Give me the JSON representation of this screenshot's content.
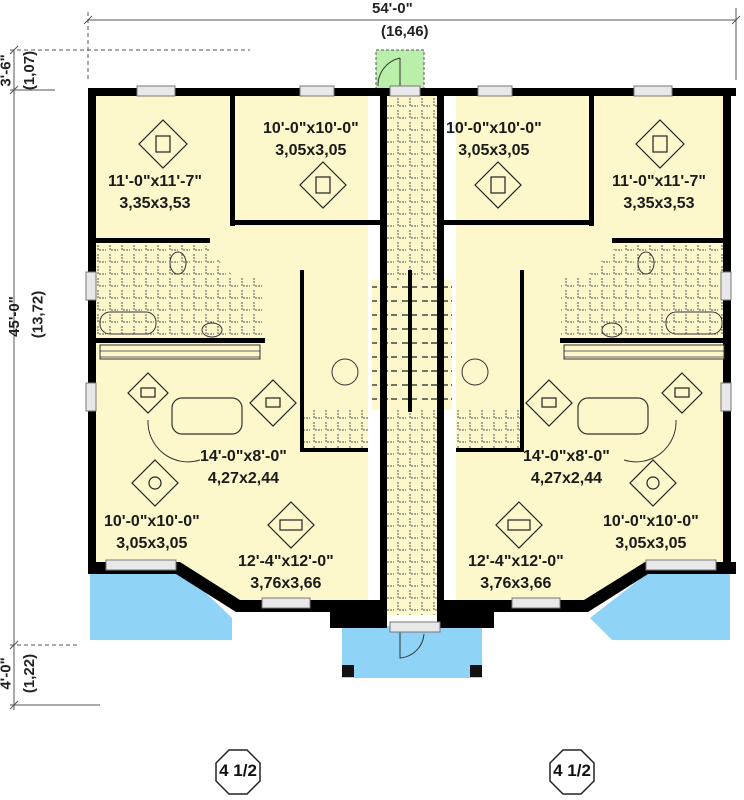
{
  "plan": {
    "colors": {
      "floor": "#fcf8cc",
      "wall": "#000000",
      "porch": "#8fd3f7",
      "stoop": "#b9efaa",
      "tile_line": "#444444"
    },
    "overall_dimensions": {
      "width": {
        "imperial": "54'-0\"",
        "metric": "(16,46)"
      },
      "depth": {
        "imperial": "45'-0\"",
        "metric": "(13,72)"
      },
      "rear_projection": {
        "imperial": "3'-6\"",
        "metric": "(1,07)"
      },
      "front_projection": {
        "imperial": "4'-0\"",
        "metric": "(1,22)"
      }
    },
    "units": [
      {
        "side": "left",
        "rooms": [
          {
            "name": "bedroom-1",
            "icon": "bed-1-icon",
            "imperial": "11'-0\"x11'-7\"",
            "metric": "3,35x3,53"
          },
          {
            "name": "bedroom-2",
            "icon": "bed-2-icon",
            "imperial": "10'-0\"x10'-0\"",
            "metric": "3,05x3,05"
          },
          {
            "name": "kitchen",
            "icon": "kitchen-pot-icon",
            "imperial": "14'-0\"x8'-0\"",
            "metric": "4,27x2,44"
          },
          {
            "name": "dining",
            "icon": "dining-plate-icon",
            "imperial": "10'-0\"x10'-0\"",
            "metric": "3,05x3,05"
          },
          {
            "name": "living",
            "icon": "sofa-icon",
            "imperial": "12'-4\"x12'-0\"",
            "metric": "3,76x3,66"
          }
        ],
        "unit_type": "4 1/2"
      },
      {
        "side": "right",
        "rooms": [
          {
            "name": "bedroom-1",
            "icon": "bed-1-icon",
            "imperial": "11'-0\"x11'-7\"",
            "metric": "3,35x3,53"
          },
          {
            "name": "bedroom-2",
            "icon": "bed-2-icon",
            "imperial": "10'-0\"x10'-0\"",
            "metric": "3,05x3,05"
          },
          {
            "name": "kitchen",
            "icon": "kitchen-pot-icon",
            "imperial": "14'-0\"x8'-0\"",
            "metric": "4,27x2,44"
          },
          {
            "name": "dining",
            "icon": "dining-plate-icon",
            "imperial": "10'-0\"x10'-0\"",
            "metric": "3,05x3,05"
          },
          {
            "name": "living",
            "icon": "sofa-icon",
            "imperial": "12'-4\"x12'-0\"",
            "metric": "3,76x3,66"
          }
        ],
        "unit_type": "4 1/2"
      }
    ]
  }
}
